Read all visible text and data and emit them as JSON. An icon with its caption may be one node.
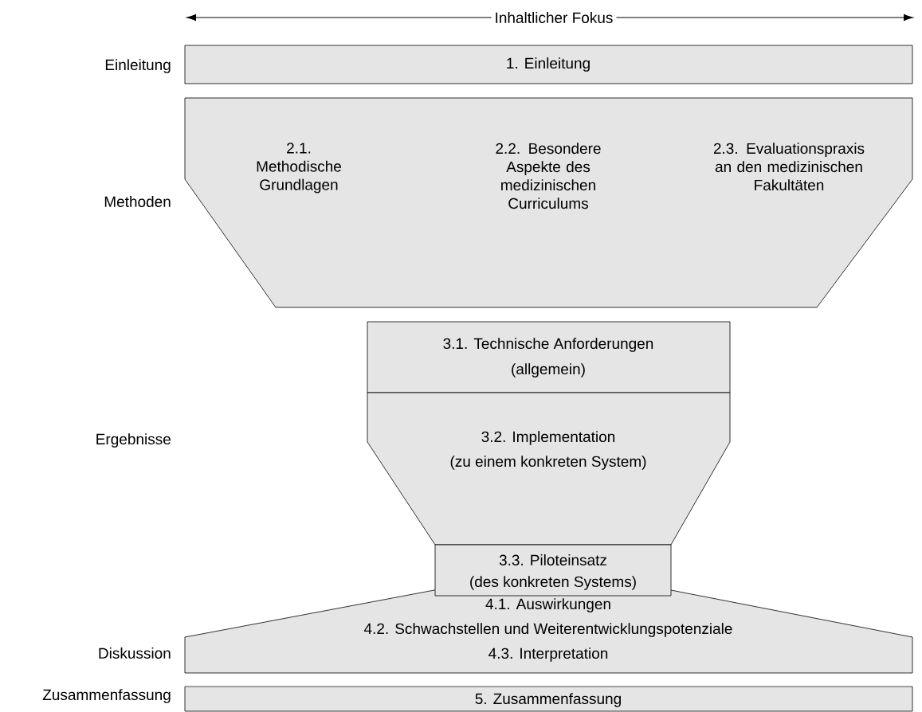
{
  "diagram": {
    "nodes": [
      {
        "text": [
          "1. Einleitung"
        ]
      },
      {
        "text": [
          "2.1. Methodische Grundlagen",
          "2.2. Besondere Aspekte des medizinischen Curriculums",
          "2.3. Evaluationspraxis an den medizinischen Fakultäten"
        ]
      },
      {
        "text": [
          "3.1. Technische Anforderungen",
          "(allgemein)"
        ]
      },
      {
        "text": [
          "3.2. Implementation",
          "(zu einem konkreten System)"
        ]
      },
      {
        "text": [
          "3.3. Piloteinsatz",
          "(des konkreten Systems)"
        ]
      },
      {
        "text": [
          "4.1. Auswirkungen",
          "4.2. Schwachstellen und Weiterentwicklungspotenziale",
          "4.3. Interpretation"
        ]
      },
      {
        "text": [
          "5. Zusammenfassung"
        ]
      }
    ],
    "labels": [
      "Inhaltlicher Fokus",
      "Einleitung",
      "Methoden",
      "Ergebnisse",
      "Diskussion",
      "Zusammenfassung"
    ]
  }
}
